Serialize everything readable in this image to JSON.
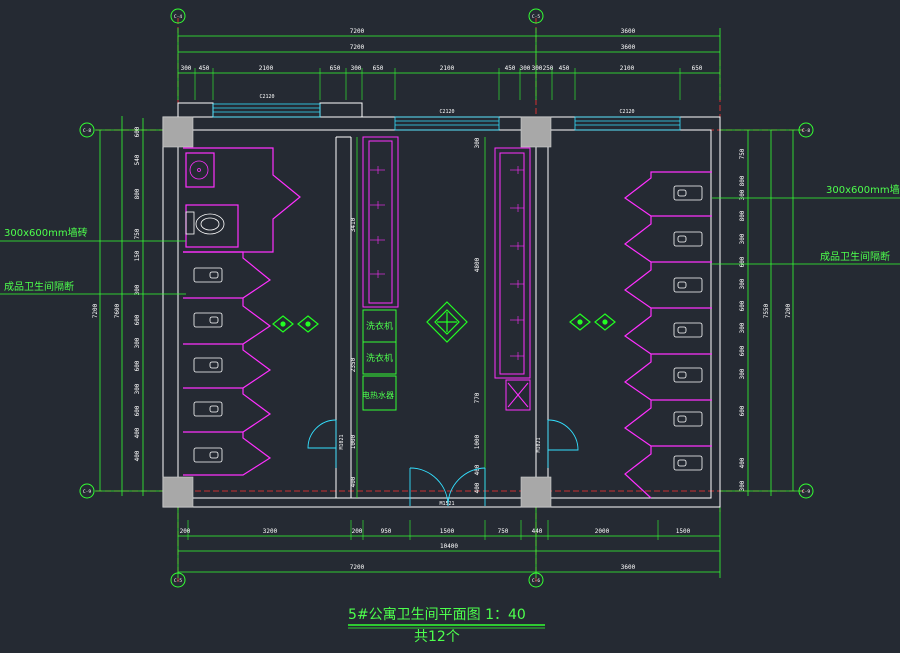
{
  "drawing": {
    "title": "5#公寓卫生间平面图  1：40",
    "subtitle": "共12个"
  },
  "notes": {
    "tile_left": "300x600mm墙砖",
    "partition_left": "成品卫生间隔断",
    "tile_right": "300x600mm墙砖",
    "partition_right": "成品卫生间隔断"
  },
  "fixtures": {
    "sink1": "洗衣机",
    "sink2": "洗衣机",
    "heater": "电热水器"
  },
  "tags": {
    "window_left": "C2120",
    "window_mid": "C2120",
    "window_right": "C2120",
    "door_left": "M1021",
    "door_right": "M1021",
    "door_mid": "M1521"
  },
  "dims": {
    "top1": [
      "7200",
      "3600"
    ],
    "top2": [
      "7200",
      "3600"
    ],
    "top3": [
      "300",
      "450",
      "2100",
      "650",
      "300",
      "650",
      "2100",
      "450",
      "300",
      "300",
      "250",
      "450",
      "2100",
      "650"
    ],
    "bottom1": [
      "200",
      "3200",
      "200",
      "950",
      "1500",
      "750",
      "440",
      "2000",
      "1500"
    ],
    "bottom2": "10400",
    "bottom3": [
      "7200",
      "3600"
    ],
    "left_segments": [
      "600",
      "540",
      "800",
      "750",
      "150",
      "300",
      "600",
      "300",
      "600",
      "300",
      "600",
      "400",
      "400"
    ],
    "left_total1": "7600",
    "left_total2": "7200",
    "right_segments": [
      "750",
      "800",
      "300",
      "800",
      "300",
      "600",
      "300",
      "600",
      "300",
      "600",
      "300",
      "600",
      "400",
      "300"
    ],
    "right_total1": "7550",
    "right_total2": "7200",
    "mid_a": [
      "3410",
      "2350"
    ],
    "mid_b": [
      "300",
      "4800",
      "770",
      "1000",
      "400",
      "400"
    ],
    "mid_c": [
      "1000",
      "400"
    ]
  },
  "axes": {
    "top": [
      "C-4",
      "C-5"
    ],
    "bottom": [
      "C-5",
      "C-6"
    ],
    "left": [
      "C-8",
      "C-9"
    ],
    "right": [
      "C-8",
      "C-9"
    ]
  },
  "colors": {
    "background": "#252a33",
    "walls": "#ffffff",
    "partitions": "#ff30ff",
    "fixtures_cyan": "#33e0ff",
    "dimension": "#33ff33",
    "axis": "#ff3333",
    "column": "#b0b0b0",
    "symbol": "#22ff22"
  }
}
